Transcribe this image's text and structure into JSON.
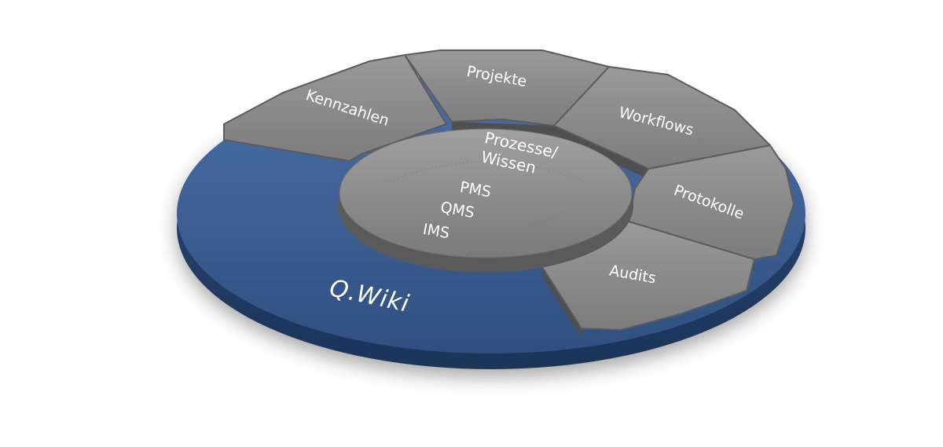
{
  "diagram": {
    "base": {
      "label": "Q.Wiki",
      "color": "#3d5f94"
    },
    "hub": {
      "title_line1": "Prozesse/",
      "title_line2": "Wissen",
      "items": [
        "PMS",
        "QMS",
        "IMS"
      ],
      "color": "#8a8a8a"
    },
    "segments": [
      {
        "label": "Kennzahlen"
      },
      {
        "label": "Projekte"
      },
      {
        "label": "Workflows"
      },
      {
        "label": "Protokolle"
      },
      {
        "label": "Audits"
      }
    ],
    "segment_color": "#888888"
  }
}
